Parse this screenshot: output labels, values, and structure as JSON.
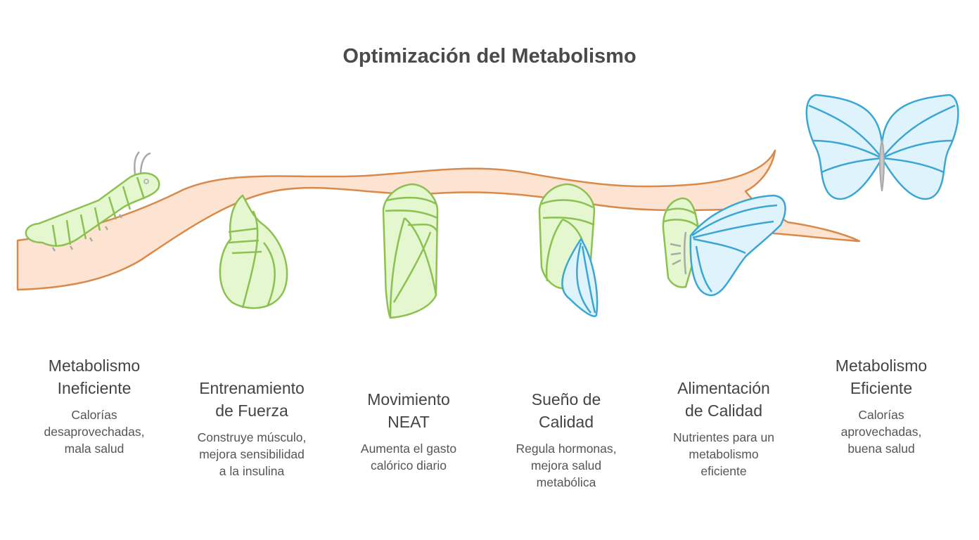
{
  "title": "Optimización del Metabolismo",
  "colors": {
    "branch_fill": "#fde3d2",
    "branch_stroke": "#d98a4a",
    "green_fill": "#e4f7cf",
    "green_stroke": "#8cc152",
    "blue_fill": "#dff3fc",
    "blue_stroke": "#3ba6d3",
    "gray": "#a9a9a9"
  },
  "stages": [
    {
      "title": "Metabolismo\nIneficiente",
      "description": "Calorías\ndesaprovechadas,\nmala salud",
      "icon": "caterpillar"
    },
    {
      "title": "Entrenamiento\nde Fuerza",
      "description": "Construye músculo,\nmejora sensibilidad\na la insulina",
      "icon": "chrysalis-early"
    },
    {
      "title": "Movimiento\nNEAT",
      "description": "Aumenta el gasto\ncalórico diario",
      "icon": "chrysalis"
    },
    {
      "title": "Sueño de\nCalidad",
      "description": "Regula hormonas,\nmejora salud\nmetabólica",
      "icon": "chrysalis-emerging"
    },
    {
      "title": "Alimentación\nde Calidad",
      "description": "Nutrientes para un\nmetabolismo\neficiente",
      "icon": "butterfly-emerging"
    },
    {
      "title": "Metabolismo\nEficiente",
      "description": "Calorías\naprovechadas,\nbuena salud",
      "icon": "butterfly"
    }
  ]
}
